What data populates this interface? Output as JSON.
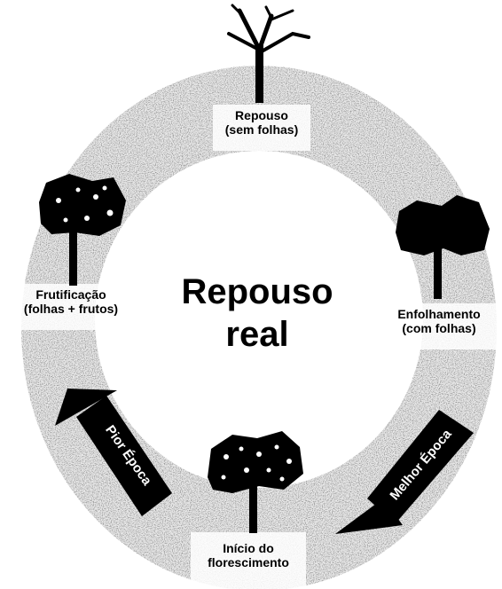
{
  "diagram": {
    "center": {
      "line1": "Repouso",
      "line2": "real"
    },
    "stages": {
      "top": {
        "line1": "Repouso",
        "line2": "(sem folhas)"
      },
      "right": {
        "line1": "Enfolhamento",
        "line2": "(com folhas)"
      },
      "bottom": {
        "line1": "Início do",
        "line2": "florescimento"
      },
      "left": {
        "line1": "Frutificação",
        "line2": "(folhas + frutos)"
      }
    },
    "arrows": {
      "right": "Melhor Época",
      "left": "Pior Época"
    },
    "icons": [
      "bare-tree-icon",
      "leafy-tree-icon",
      "flowering-tree-icon",
      "fruiting-tree-icon"
    ],
    "colors": {
      "ring": "#7a7a7a",
      "ink": "#000000",
      "background": "#ffffff"
    }
  }
}
